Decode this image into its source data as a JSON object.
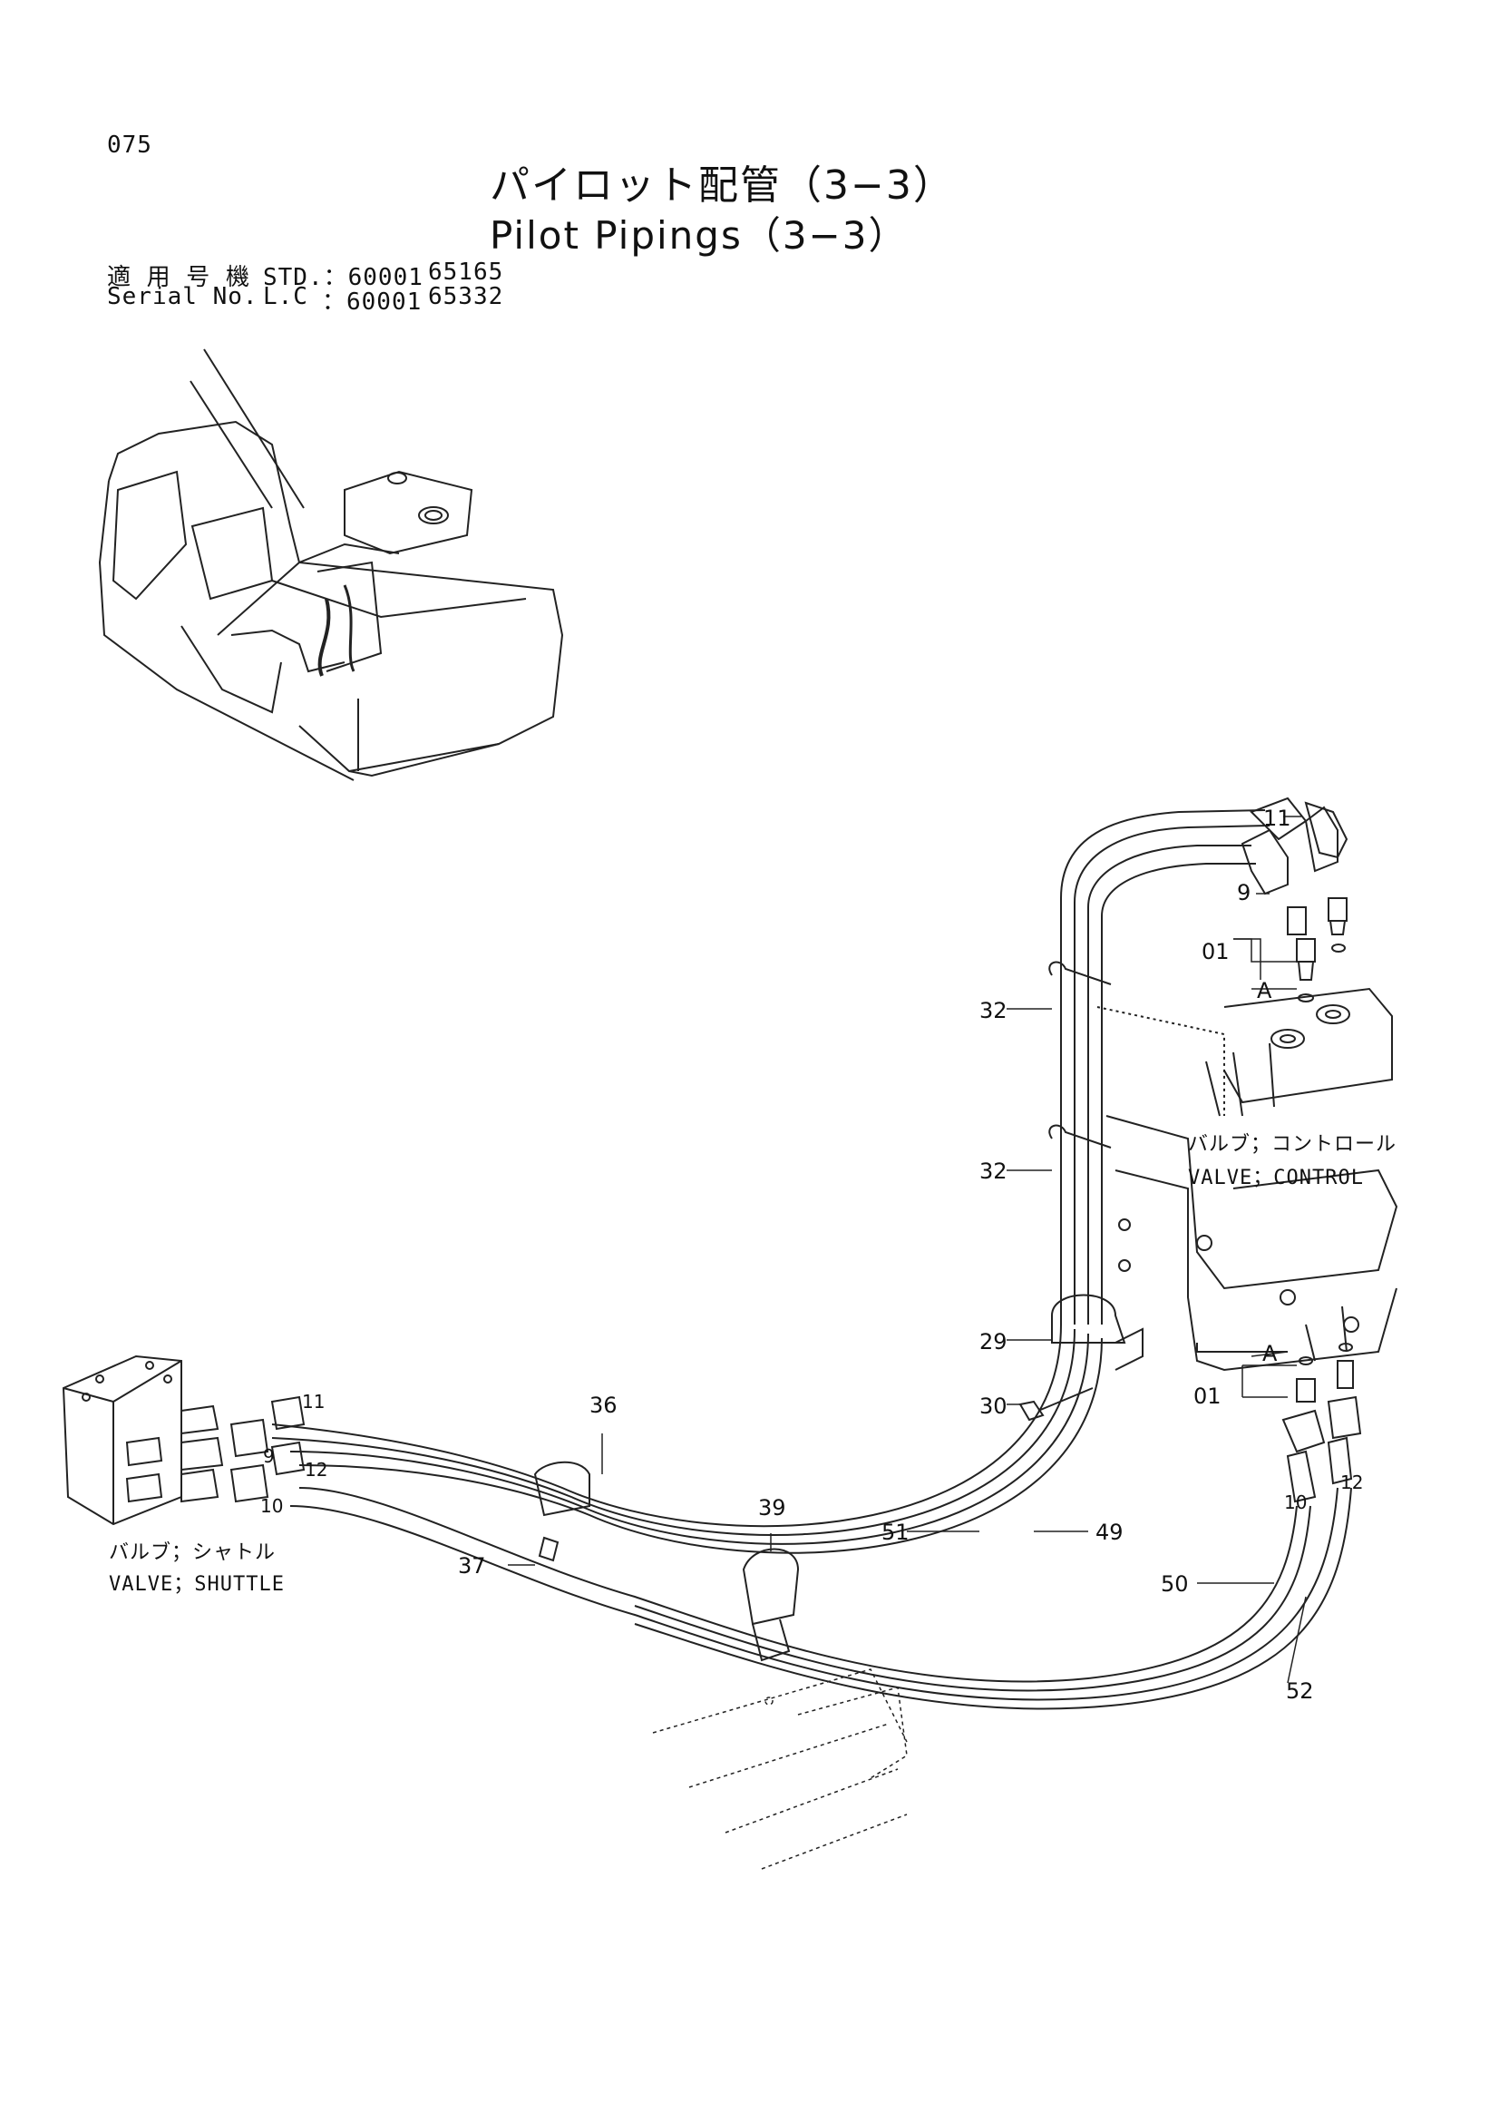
{
  "header": {
    "page_number": "075",
    "title_jp": "パイロット配管（3−3）",
    "title_en": "Pilot Pipings（3−3）"
  },
  "serial": {
    "jp_label": "適 用 号 機",
    "en_label": "Serial No.",
    "std_label": "STD.：60001",
    "std_end": "65165",
    "lc_label": "L.C",
    "lc_range": "：60001",
    "lc_end": "65332"
  },
  "labels": {
    "control_valve_jp": "バルブ；コントロール",
    "control_valve_en": "VALVE；CONTROL",
    "shuttle_valve_jp": "バルブ；シャトル",
    "shuttle_valve_en": "VALVE；SHUTTLE",
    "port_a": "A"
  },
  "callouts": {
    "c11_top": "11",
    "c9_top": "9",
    "c01_top": "01",
    "c32_a": "32",
    "c32_b": "32",
    "c29": "29",
    "c30": "30",
    "c01_bottom": "01",
    "c10_right": "10",
    "c12_right": "12",
    "c11_left": "11",
    "c9_left": "9",
    "c12_left": "12",
    "c10_left": "10",
    "c36": "36",
    "c37": "37",
    "c39": "39",
    "c51": "51",
    "c49": "49",
    "c50": "50",
    "c52": "52"
  }
}
